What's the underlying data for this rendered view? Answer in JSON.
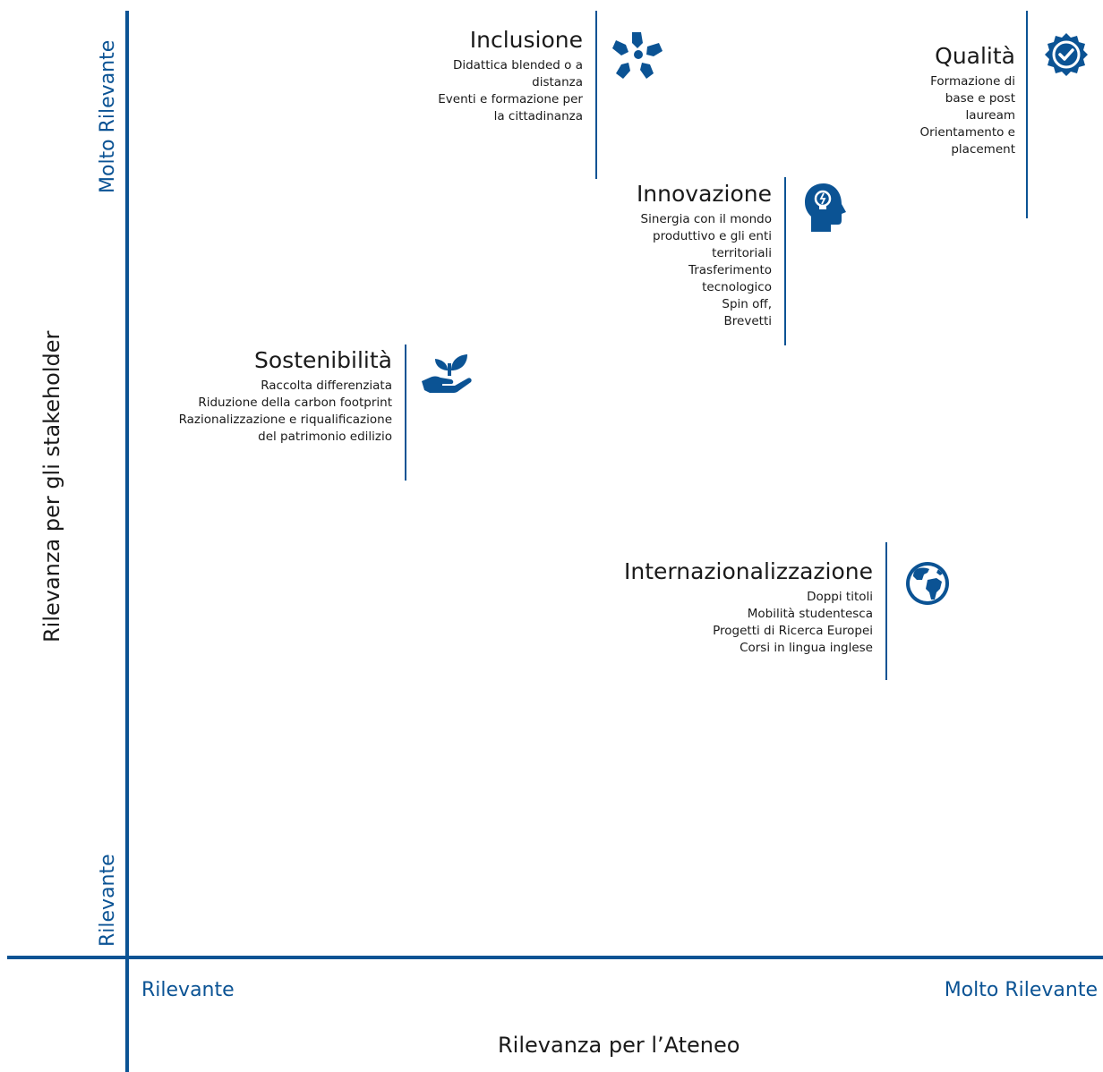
{
  "chart_data": {
    "type": "scatter",
    "xlabel": "Rilevanza per l’Ateneo",
    "ylabel": "Rilevanza per gli stakeholder",
    "x_ticks": [
      "Rilevante",
      "Molto Rilevante"
    ],
    "y_ticks": [
      "Rilevante",
      "Molto Rilevante"
    ],
    "points": [
      {
        "title": "Inclusione",
        "icon": "hands-circle-icon",
        "items": [
          "Didattica blended o a",
          "distanza",
          "Eventi e formazione per",
          "la cittadinanza"
        ]
      },
      {
        "title": "Qualità",
        "icon": "check-badge-icon",
        "items": [
          "Formazione di",
          "base e post",
          "lauream",
          "Orientamento e",
          "placement"
        ]
      },
      {
        "title": "Innovazione",
        "icon": "head-lightbulb-icon",
        "items": [
          "Sinergia con il mondo",
          "produttivo e gli enti",
          "territoriali",
          "Trasferimento",
          "tecnologico",
          "Spin off,",
          "Brevetti"
        ]
      },
      {
        "title": "Sostenibilità",
        "icon": "hand-plant-icon",
        "items": [
          "Raccolta differenziata",
          "Riduzione della carbon footprint",
          "Razionalizzazione e riqualificazione",
          "del patrimonio edilizio"
        ]
      },
      {
        "title": "Internazionalizzazione",
        "icon": "globe-icon",
        "items": [
          "Doppi titoli",
          "Mobilità studentesca",
          "Progetti di Ricerca Europei",
          "Corsi in lingua inglese"
        ]
      }
    ],
    "colors": {
      "axis": "#0b5394",
      "text": "#1a1a1a"
    }
  }
}
